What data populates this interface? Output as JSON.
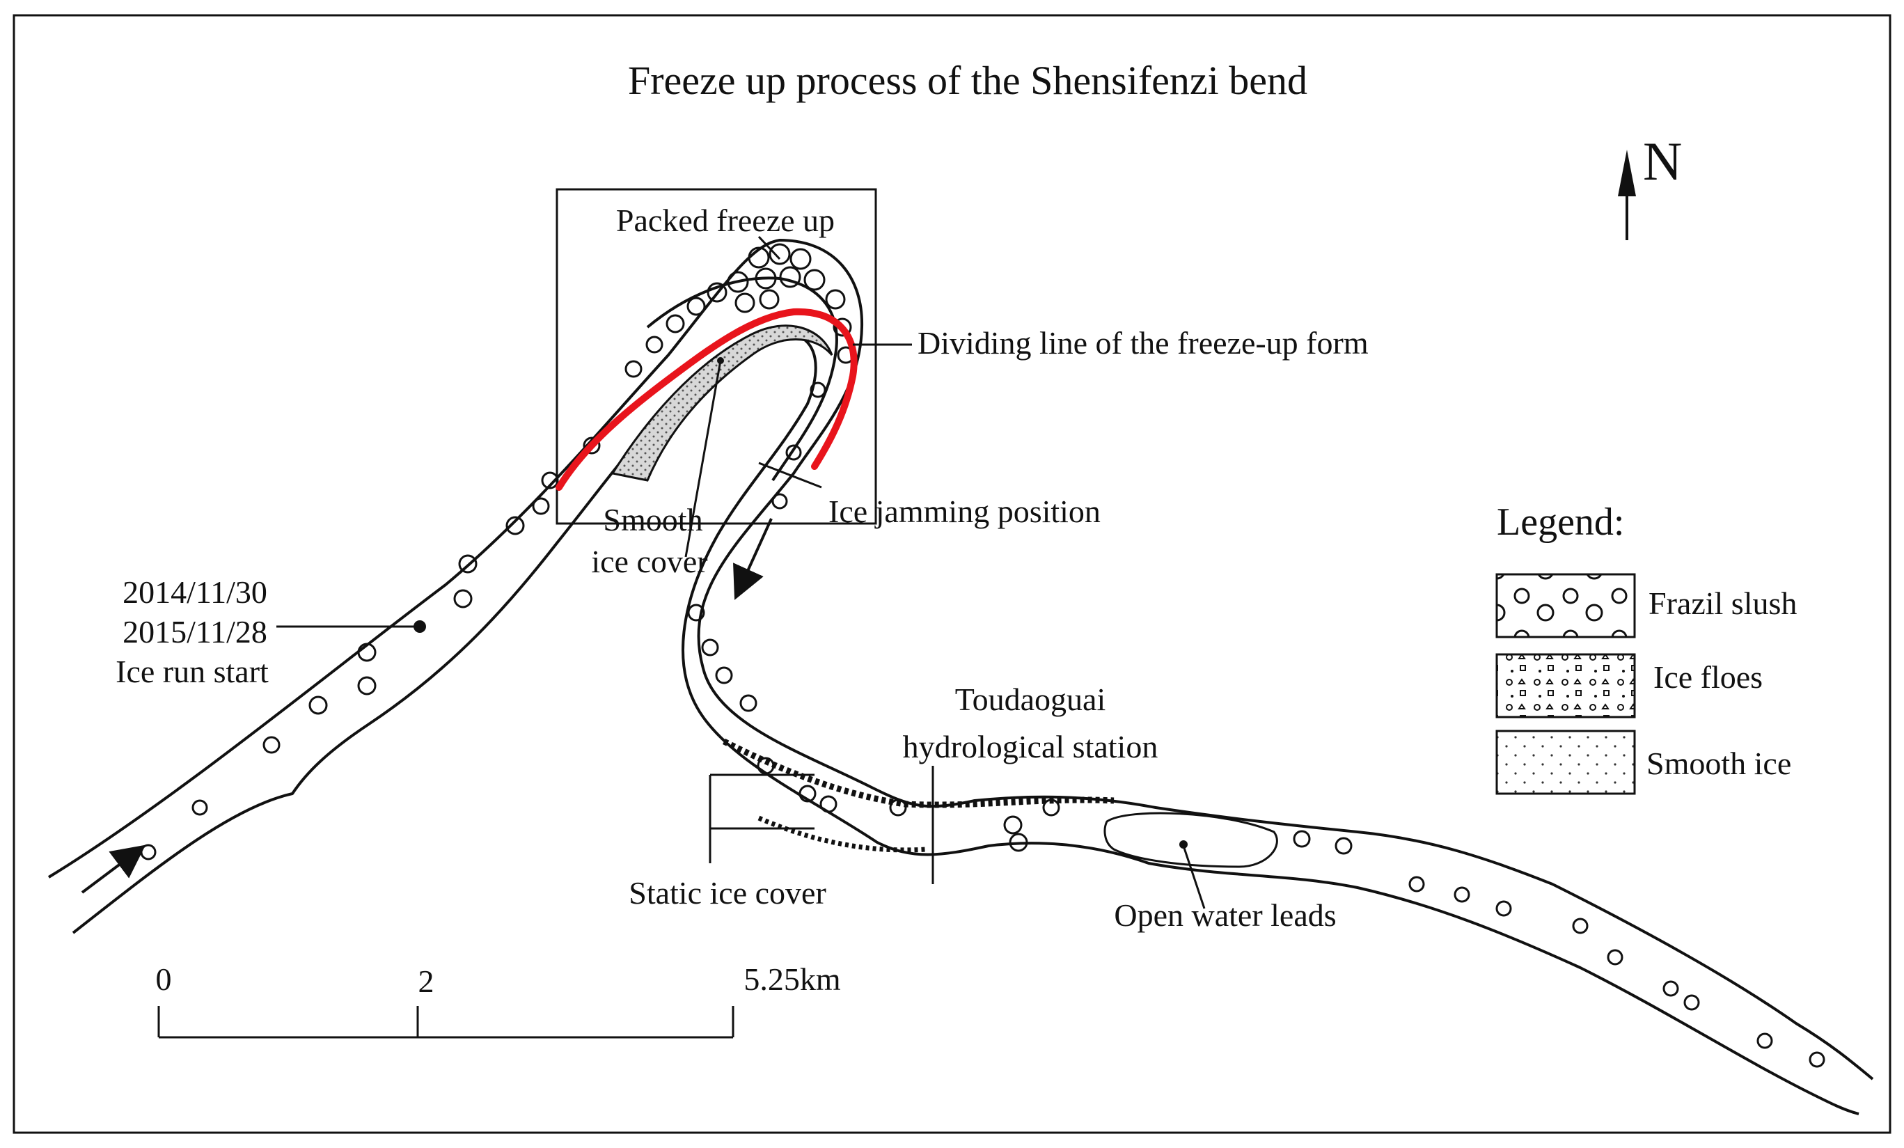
{
  "title": "Freeze up process of the Shensifenzi bend",
  "north_label": "N",
  "annotations": {
    "packed_freeze_up": "Packed freeze up",
    "dividing_line": "Dividing line of the freeze-up form",
    "ice_jamming": "Ice jamming position",
    "smooth_ice_cover_1": "Smooth",
    "smooth_ice_cover_2": "ice cover",
    "date_1": "2014/11/30",
    "date_2": "2015/11/28",
    "ice_run_start": "Ice run start",
    "station_1": "Toudaoguai",
    "station_2": "hydrological station",
    "static_ice_cover": "Static ice cover",
    "open_water_leads": "Open water leads"
  },
  "legend": {
    "title": "Legend:",
    "items": [
      {
        "label": "Frazil slush",
        "pattern": "frazil"
      },
      {
        "label": "Ice floes",
        "pattern": "floes"
      },
      {
        "label": "Smooth ice",
        "pattern": "smooth"
      }
    ]
  },
  "scale_bar": {
    "ticks": [
      "0",
      "2",
      "5.25km"
    ]
  },
  "colors": {
    "dividing_line": "#e8141c",
    "ink": "#111111"
  }
}
